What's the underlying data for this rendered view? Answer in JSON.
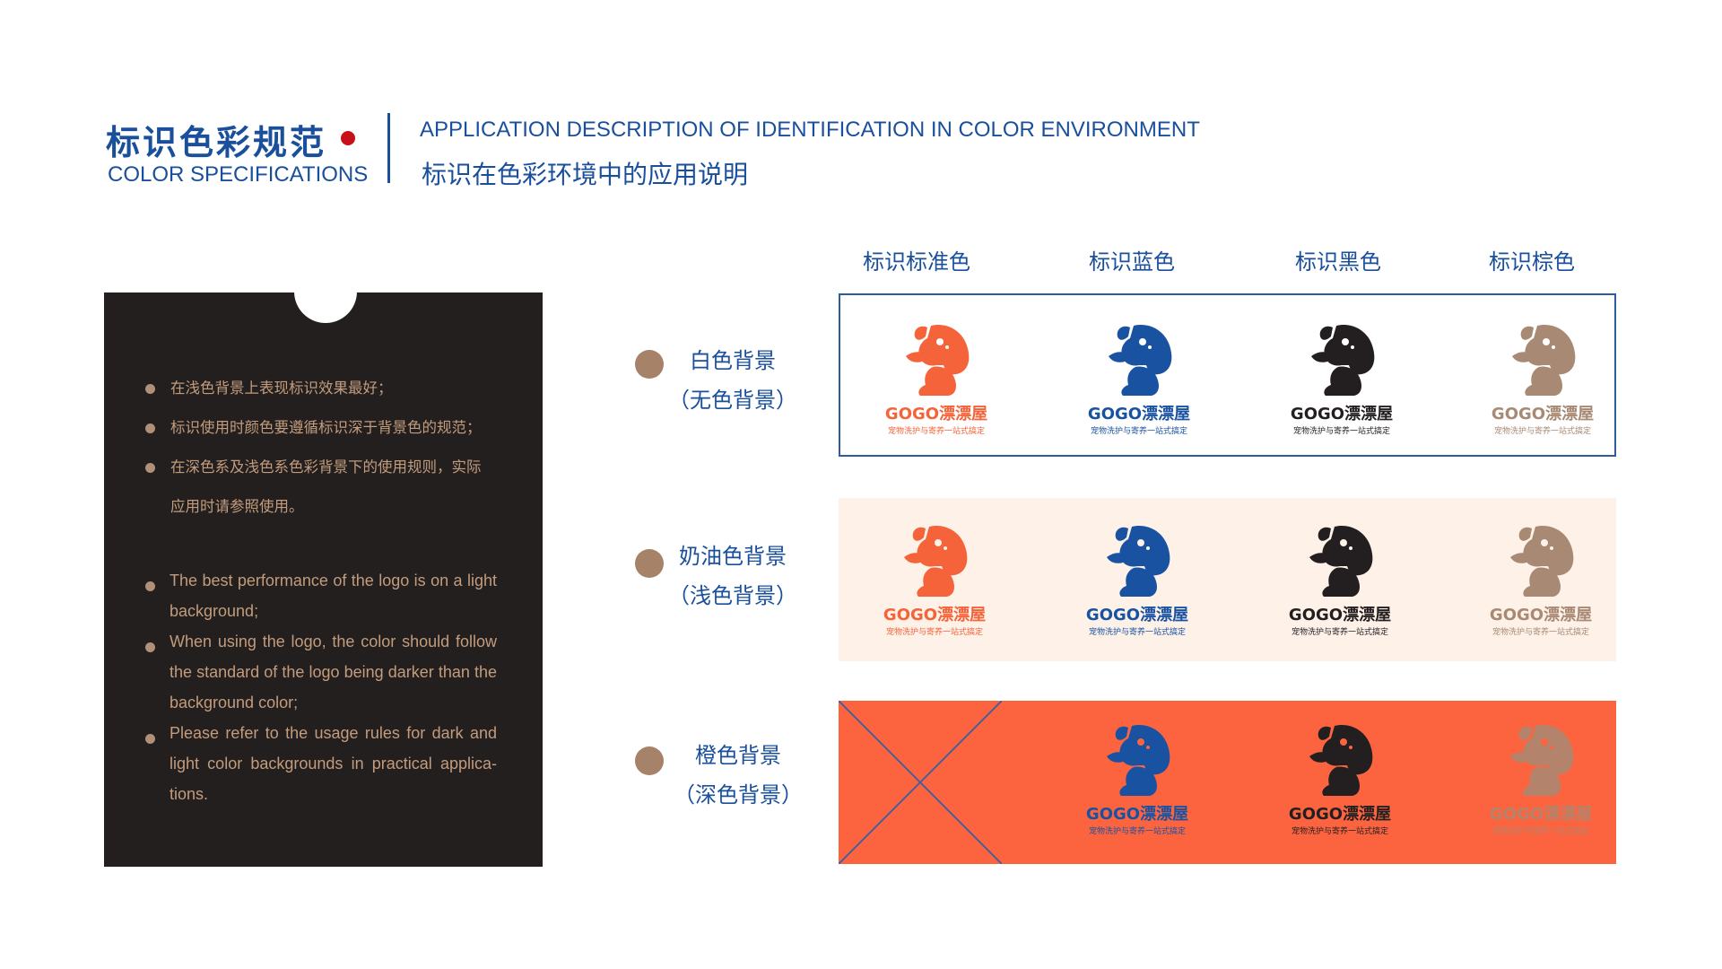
{
  "header": {
    "title_cn": "标识色彩规范",
    "title_en": "COLOR SPECIFICATIONS",
    "app_desc_en": "APPLICATION DESCRIPTION OF IDENTIFICATION IN COLOR ENVIRONMENT",
    "app_desc_cn": "标识在色彩环境中的应用说明"
  },
  "notes": {
    "cn": [
      "在浅色背景上表现标识效果最好；",
      "标识使用时颜色要遵循标识深于背景色的规范；",
      "在深色系及浅色系色彩背景下的使用规则，实际",
      "应用时请参照使用。"
    ],
    "en": [
      "The best performance of the logo is on a light background;",
      "When using the logo, the color should follow the standard of the logo being darker than the background color;",
      "Please refer to the usage rules for dark and light color backgrounds in practical applica-tions."
    ]
  },
  "columns": [
    "标识标准色",
    "标识蓝色",
    "标识黑色",
    "标识棕色"
  ],
  "rows": [
    {
      "label_main": "白色背景",
      "label_sub": "（无色背景）"
    },
    {
      "label_main": "奶油色背景",
      "label_sub": "（浅色背景）"
    },
    {
      "label_main": "橙色背景",
      "label_sub": "（深色背景）"
    }
  ],
  "logo": {
    "wordmark": "GOGO漂漂屋",
    "tagline": "宠物洗护与寄养一站式搞定"
  },
  "colors": {
    "brand_blue": "#1a4f9c",
    "accent_red": "#c8101b",
    "panel_dark": "#231f1e",
    "logo_orange": "#f4633a",
    "logo_blue": "#1a52a2",
    "logo_black": "#231f20",
    "logo_brown": "#a88973",
    "cream_bg": "#fdf1e8",
    "orange_bg": "#fc6440",
    "cross_line": "#4a5f9a"
  }
}
